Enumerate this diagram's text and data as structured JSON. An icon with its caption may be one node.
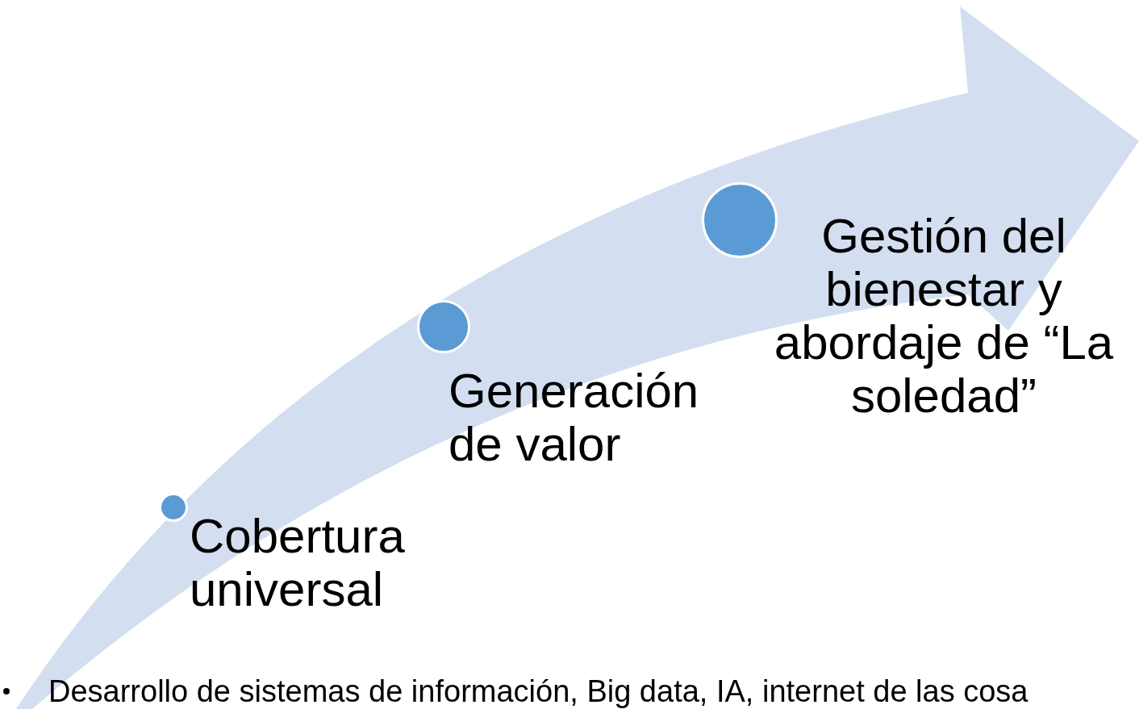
{
  "diagram": {
    "nodes": [
      {
        "text": [],
        "shape": "circle",
        "beside": [
          "Cobertura universal"
        ]
      },
      {
        "text": [],
        "shape": "circle",
        "beside": [
          "Generación de valor"
        ]
      },
      {
        "text": [],
        "shape": "circle",
        "beside": [
          "Gestión del bienestar y abordaje de “La soledad”"
        ]
      }
    ],
    "labels": [
      "Desarrollo de sistemas de información, Big data, IA, internet de las cosa"
    ]
  }
}
